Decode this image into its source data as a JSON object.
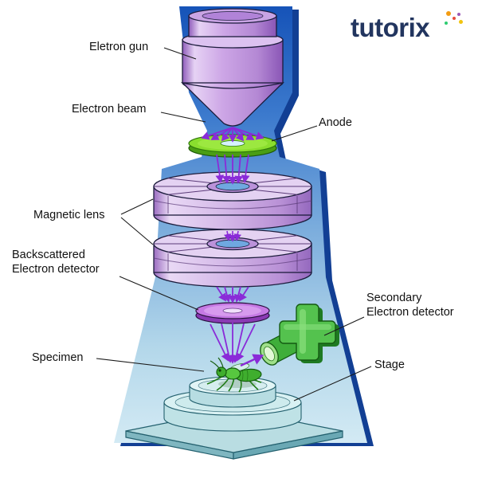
{
  "logo": {
    "text": "tutorix"
  },
  "labels": {
    "electron_gun": "Eletron gun",
    "electron_beam": "Electron beam",
    "anode": "Anode",
    "magnetic_lens": "Magnetic lens",
    "backscattered_detector": {
      "line1": "Backscattered",
      "line2": "Electron detector"
    },
    "secondary_detector": {
      "line1": "Secondary",
      "line2": "Electron detector"
    },
    "specimen": "Specimen",
    "stage": "Stage"
  },
  "colors": {
    "label-text": "#111111",
    "logo-navy": "#22355f",
    "funnel-blue-top": "#1653b8",
    "funnel-blue-bottom": "#d3eaf4",
    "component-purple": "#cda6e6",
    "beam-arrow-purple": "#8a2bd8",
    "anode-green": "#8ade2e",
    "detector-green": "#54c24e",
    "stage-teal": "#b9dde2",
    "outline-dark": "#1c1c3c"
  }
}
